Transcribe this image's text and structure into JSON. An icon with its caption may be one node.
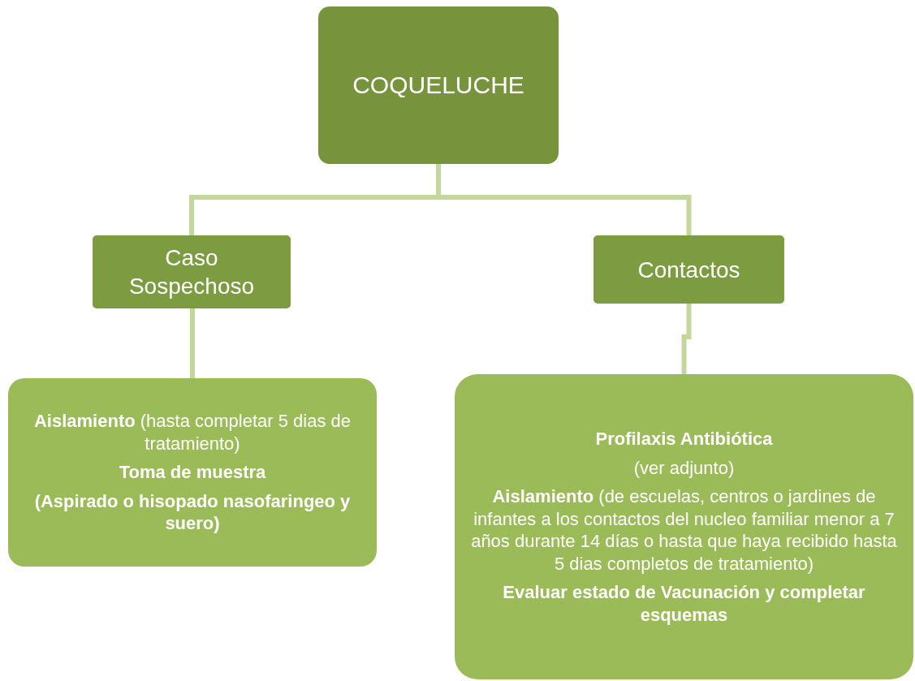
{
  "diagram": {
    "nodes": [
      {
        "text": [
          "COQUELUCHE"
        ]
      },
      {
        "text": [
          "Caso Sospechoso"
        ]
      },
      {
        "text": [
          "Contactos"
        ]
      },
      {
        "text": [
          "**Aislamiento** (hasta completar 5 dias de tratamiento)",
          "Toma de muestra",
          "(Aspirado o hisopado nasofaringeo y suero)"
        ]
      },
      {
        "text": [
          "Profilaxis Antibiótica",
          "(ver adjunto)",
          "**Aislamiento** (de escuelas, centros o jardines de infantes a los contactos del nucleo familiar menor a 7 años durante 14 días o hasta que haya recibido hasta 5 dias completos de tratamiento)",
          "Evaluar estado de Vacunación y completar esquemas"
        ]
      }
    ],
    "edges": [
      {
        "from": 0,
        "to": 1,
        "arrow": "none"
      },
      {
        "from": 0,
        "to": 2,
        "arrow": "none"
      },
      {
        "from": 1,
        "to": 3,
        "arrow": "none"
      },
      {
        "from": 2,
        "to": 4,
        "arrow": "none"
      }
    ]
  }
}
